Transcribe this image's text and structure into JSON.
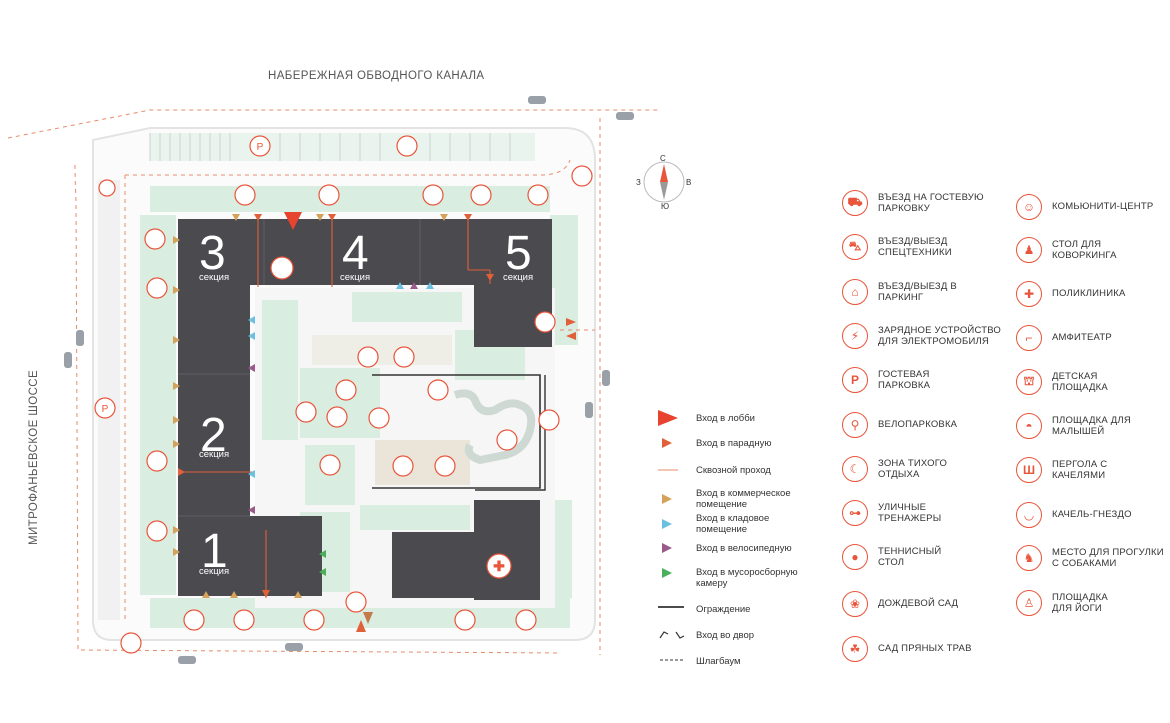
{
  "streets": {
    "top": "НАБЕРЕЖНАЯ ОБВОДНОГО КАНАЛА",
    "left": "МИТРОФАНЬЕВСКОЕ ШОССЕ"
  },
  "sections": [
    {
      "number": "3",
      "label": "секция"
    },
    {
      "number": "4",
      "label": "секция"
    },
    {
      "number": "5",
      "label": "секция"
    },
    {
      "number": "2",
      "label": "секция"
    },
    {
      "number": "1",
      "label": "секция"
    }
  ],
  "compass": {
    "n": "С",
    "s": "Ю",
    "w": "З",
    "e": "В"
  },
  "map_markers": {
    "parking": "P"
  },
  "legend": [
    {
      "label": "Вход в лобби",
      "symbol": "lobby-triangle",
      "color": "#e8432e"
    },
    {
      "label": "Вход в парадную",
      "symbol": "small-triangle",
      "color": "#e0603a"
    },
    {
      "label": "Сквозной проход",
      "symbol": "line",
      "color": "#e88a6a"
    },
    {
      "label": "Вход в коммерческое помещение",
      "symbol": "small-triangle",
      "color": "#d4a25a"
    },
    {
      "label": "Вход в кладовое помещение",
      "symbol": "small-triangle",
      "color": "#6cc0e0"
    },
    {
      "label": "Вход в велосипедную",
      "symbol": "small-triangle",
      "color": "#9a5a8a"
    },
    {
      "label": "Вход в мусоросборную камеру",
      "symbol": "small-triangle",
      "color": "#4aae5a"
    },
    {
      "label": "Ограждение",
      "symbol": "thick-line",
      "color": "#333333"
    },
    {
      "label": "Вход во двор",
      "symbol": "gate-arrows",
      "color": "#333333"
    },
    {
      "label": "Шлагбаум",
      "symbol": "barrier",
      "color": "#333333"
    }
  ],
  "amenities": [
    {
      "label": "ВЪЕЗД НА ГОСТЕВУЮ ПАРКОВКУ",
      "icon": "car-icon",
      "glyph": "⛟"
    },
    {
      "label": "ВЪЕЗД/ВЫЕЗД СПЕЦТЕХНИКИ",
      "icon": "special-vehicle-icon",
      "glyph": "⛍"
    },
    {
      "label": "ВЪЕЗД/ВЫЕЗД В ПАРКИНГ",
      "icon": "garage-icon",
      "glyph": "⌂"
    },
    {
      "label": "ЗАРЯДНОЕ УСТРОЙСТВО ДЛЯ ЭЛЕКТРОМОБИЛЯ",
      "icon": "ev-charger-icon",
      "glyph": "⚡"
    },
    {
      "label": "ГОСТЕВАЯ ПАРКОВКА",
      "icon": "parking-icon",
      "glyph": "P"
    },
    {
      "label": "ВЕЛОПАРКОВКА",
      "icon": "bicycle-icon",
      "glyph": "⚲"
    },
    {
      "label": "ЗОНА ТИХОГО ОТДЫХА",
      "icon": "quiet-rest-icon",
      "glyph": "☾"
    },
    {
      "label": "УЛИЧНЫЕ ТРЕНАЖЕРЫ",
      "icon": "outdoor-gym-icon",
      "glyph": "⊶"
    },
    {
      "label": "ТЕННИСНЫЙ СТОЛ",
      "icon": "table-tennis-icon",
      "glyph": "●"
    },
    {
      "label": "ДОЖДЕВОЙ САД",
      "icon": "rain-garden-icon",
      "glyph": "❀"
    },
    {
      "label": "САД ПРЯНЫХ ТРАВ",
      "icon": "herb-garden-icon",
      "glyph": "☘"
    },
    {
      "label": "КОМЬЮНИТИ-ЦЕНТР",
      "icon": "community-center-icon",
      "glyph": "☺"
    },
    {
      "label": "СТОЛ ДЛЯ КОВОРКИНГА",
      "icon": "coworking-table-icon",
      "glyph": "♟"
    },
    {
      "label": "ПОЛИКЛИНИКА",
      "icon": "clinic-icon",
      "glyph": "✚"
    },
    {
      "label": "АМФИТЕАТР",
      "icon": "amphitheater-icon",
      "glyph": "⌐"
    },
    {
      "label": "ДЕТСКАЯ ПЛОЩАДКА",
      "icon": "playground-icon",
      "glyph": "⛫"
    },
    {
      "label": "ПЛОЩАДКА ДЛЯ МАЛЫШЕЙ",
      "icon": "toddler-area-icon",
      "glyph": "◓"
    },
    {
      "label": "ПЕРГОЛА С КАЧЕЛЯМИ",
      "icon": "pergola-swing-icon",
      "glyph": "Ш"
    },
    {
      "label": "КАЧЕЛЬ-ГНЕЗДО",
      "icon": "nest-swing-icon",
      "glyph": "◡"
    },
    {
      "label": "МЕСТО ДЛЯ ПРОГУЛКИ С СОБАКАМИ",
      "icon": "dog-walk-icon",
      "glyph": "♞"
    },
    {
      "label": "ПЛОЩАДКА ДЛЯ ЙОГИ",
      "icon": "yoga-icon",
      "glyph": "♙"
    }
  ],
  "colors": {
    "building": "#4a4a4f",
    "green": "#d5ebdd",
    "accent": "#e8553a",
    "fence": "#333333"
  }
}
